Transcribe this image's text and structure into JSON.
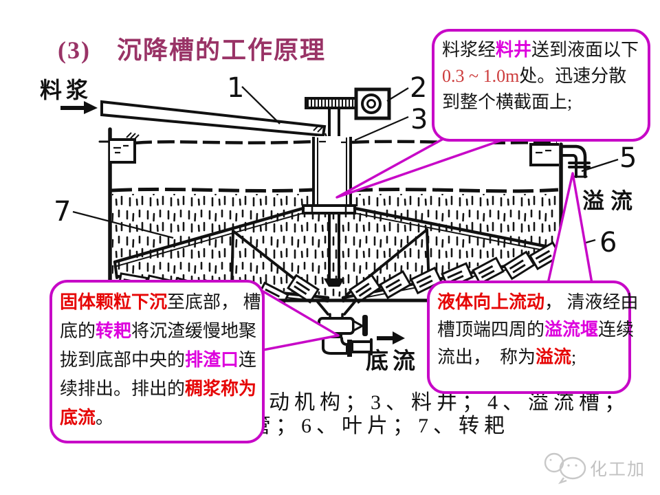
{
  "title": "(3)　沉降槽的工作原理",
  "callouts": {
    "feed": {
      "segments": [
        {
          "t": "料浆经",
          "s": "k"
        },
        {
          "t": "料井",
          "s": "m"
        },
        {
          "t": "送到液面以下\n",
          "s": "k"
        },
        {
          "t": "0.3 ~ 1.0m",
          "s": "rp"
        },
        {
          "t": "处。迅速分散\n到整个横截面上;",
          "s": "k"
        }
      ]
    },
    "solid": {
      "segments": [
        {
          "t": "固体颗粒下沉",
          "s": "r"
        },
        {
          "t": "至底部， 槽\n底的",
          "s": "k"
        },
        {
          "t": "转耙",
          "s": "m"
        },
        {
          "t": "将沉渣缓慢地聚\n拢到底部中央的",
          "s": "k"
        },
        {
          "t": "排渣口",
          "s": "m"
        },
        {
          "t": "连\n续排出。排出的",
          "s": "k"
        },
        {
          "t": "稠浆称为\n底流",
          "s": "r"
        },
        {
          "t": "。",
          "s": "k"
        }
      ]
    },
    "liquid": {
      "segments": [
        {
          "t": "液体向上流动",
          "s": "r"
        },
        {
          "t": "， 清液经由\n槽顶端四周的",
          "s": "k"
        },
        {
          "t": "溢流堰",
          "s": "m"
        },
        {
          "t": "连续\n流出，  称为",
          "s": "k"
        },
        {
          "t": "溢流",
          "s": "r"
        },
        {
          "t": ";",
          "s": "k"
        }
      ]
    }
  },
  "diagram": {
    "labels": {
      "slurry": "料浆",
      "overflow": "溢流",
      "underflow": "底流"
    },
    "numbers": {
      "n1": "1",
      "n2": "2",
      "n3": "3",
      "n5": "5",
      "n6": "6",
      "n7": "7"
    }
  },
  "caption": {
    "line1": "转动机构；3、料井；4、溢流槽；",
    "line2": "管；6、叶片；7、转耙"
  },
  "watermark": {
    "text": "化工加"
  },
  "colors": {
    "title": "#993366",
    "callout_border": "#c708c7",
    "keyword_magenta": "#dd00dd",
    "keyword_red": "#e60505",
    "value_red": "#cc3b3b",
    "ink": "#111111",
    "watermark_gray": "#c2c2c2"
  }
}
